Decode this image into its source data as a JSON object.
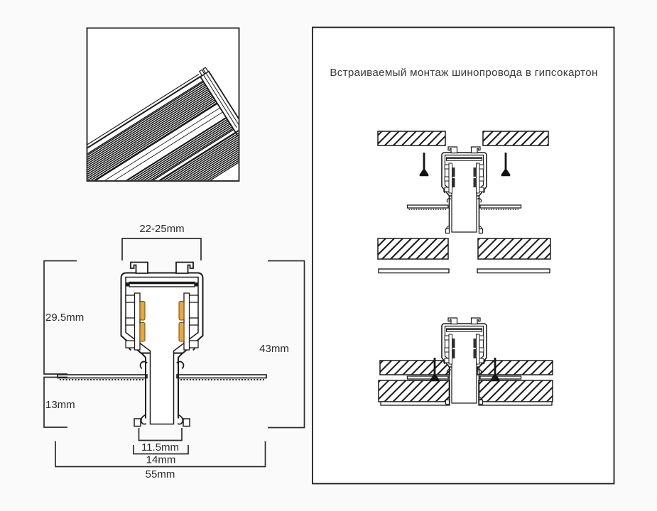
{
  "install_panel": {
    "title": "Встраиваемый монтаж шинопровода в гипсокартон"
  },
  "cross_section": {
    "slot_width": "22-25mm",
    "upper_height": "29.5mm",
    "total_height": "43mm",
    "lower_height": "13mm",
    "throat_inner_width": "11.5mm",
    "throat_outer_width": "14mm",
    "flange_width": "55mm"
  },
  "colors": {
    "line": "#1c1c1c",
    "dimension_text": "#2b2b2b",
    "conductor_copper": "#e9a63e",
    "small_profile_conductor": "#2f2f2f",
    "screw": "#141414",
    "title_text": "#3a3a3a",
    "background": "#fafafa",
    "panel_background": "#ffffff"
  }
}
